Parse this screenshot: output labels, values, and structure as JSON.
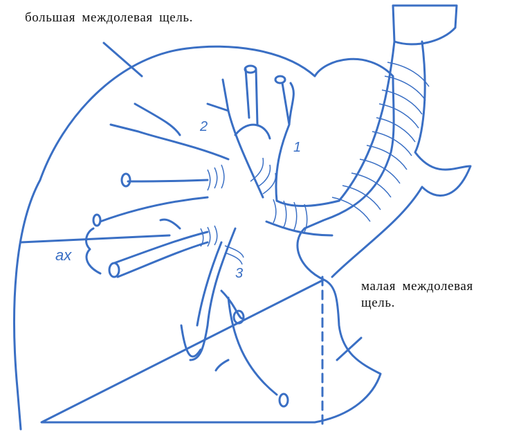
{
  "labels": {
    "major_fissure": "большая междолевая щель.",
    "minor_fissure": "малая междолевая щель."
  },
  "markers": {
    "branch_1": "1",
    "branch_2": "2",
    "branch_3": "3",
    "axial": "ax"
  },
  "colors": {
    "line": "#3a6fc4",
    "text": "#111111",
    "background": "#ffffff"
  }
}
